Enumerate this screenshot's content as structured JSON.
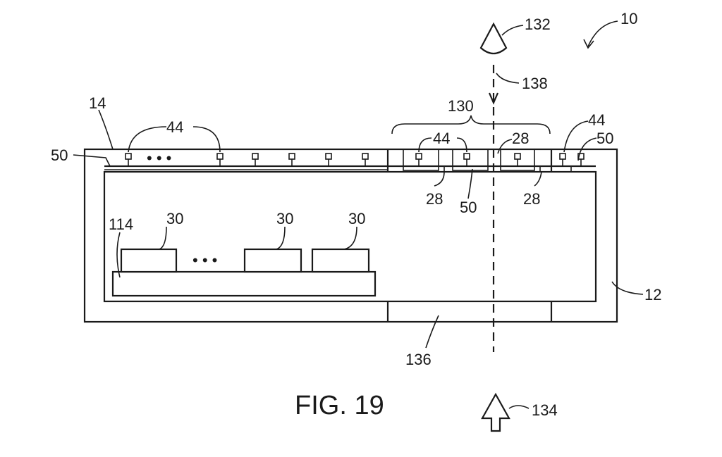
{
  "figure": {
    "caption": "FIG. 19",
    "refs": {
      "r10": "10",
      "r12": "12",
      "r14": "14",
      "r28a": "28",
      "r28b": "28",
      "r28c": "28",
      "r30a": "30",
      "r30b": "30",
      "r30c": "30",
      "r44a": "44",
      "r44b": "44",
      "r44c": "44",
      "r50a": "50",
      "r50b": "50",
      "r50c": "50",
      "r114": "114",
      "r130": "130",
      "r132": "132",
      "r134": "134",
      "r136": "136",
      "r138": "138"
    },
    "ellipsis": "• • •"
  }
}
